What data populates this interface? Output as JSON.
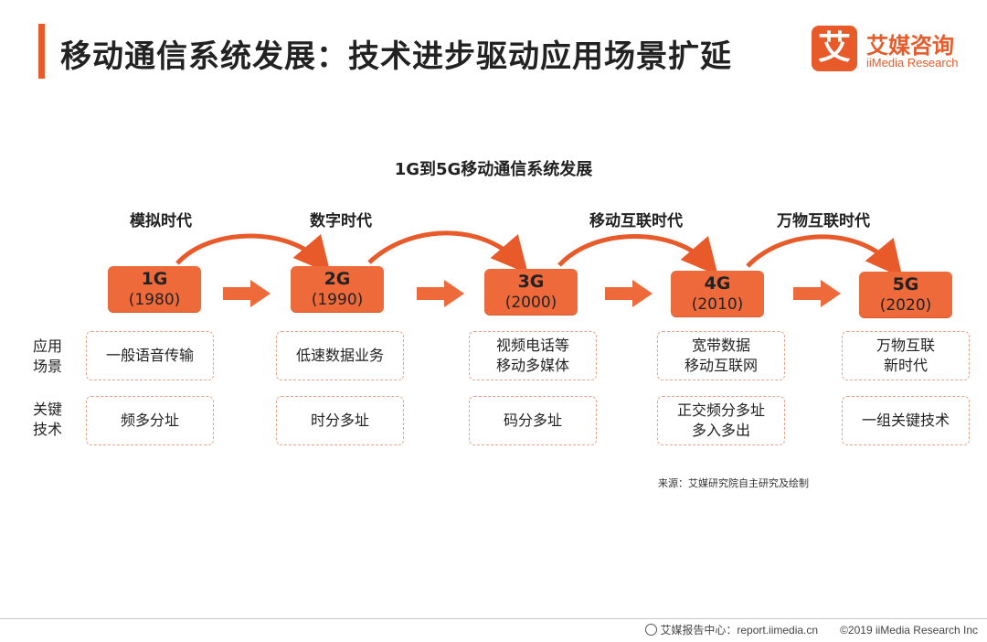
{
  "header": {
    "title": "移动通信系统发展：技术进步驱动应用场景扩延",
    "logo_mark": "艾",
    "logo_cn": "艾媒咨询",
    "logo_en": "iiMedia Research"
  },
  "diagram": {
    "title": "1G到5G移动通信系统发展",
    "eras": [
      "模拟时代",
      "数字时代",
      "移动互联时代",
      "万物互联时代"
    ],
    "generations": [
      {
        "name": "1G",
        "year": "(1980)"
      },
      {
        "name": "2G",
        "year": "(1990)"
      },
      {
        "name": "3G",
        "year": "(2000)"
      },
      {
        "name": "4G",
        "year": "(2010)"
      },
      {
        "name": "5G",
        "year": "(2020)"
      }
    ],
    "row_labels": {
      "application": [
        "应用",
        "场景"
      ],
      "technology": [
        "关键",
        "技术"
      ]
    },
    "applications": [
      [
        "一般语音传输"
      ],
      [
        "低速数据业务"
      ],
      [
        "视频电话等",
        "移动多媒体"
      ],
      [
        "宽带数据",
        "移动互联网"
      ],
      [
        "万物互联",
        "新时代"
      ]
    ],
    "technologies": [
      [
        "频多分址"
      ],
      [
        "时分多址"
      ],
      [
        "码分多址"
      ],
      [
        "正交频分多址",
        "多入多出"
      ],
      [
        "一组关键技术"
      ]
    ],
    "source": "来源：艾媒研究院自主研究及绘制"
  },
  "footer": {
    "center": "艾媒报告中心：report.iimedia.cn",
    "copyright": "©2019 iiMedia Research Inc"
  },
  "colors": {
    "accent": "#e85a2a",
    "box_fill": "#ef6a3a",
    "dashed_border": "#e6a58a"
  }
}
